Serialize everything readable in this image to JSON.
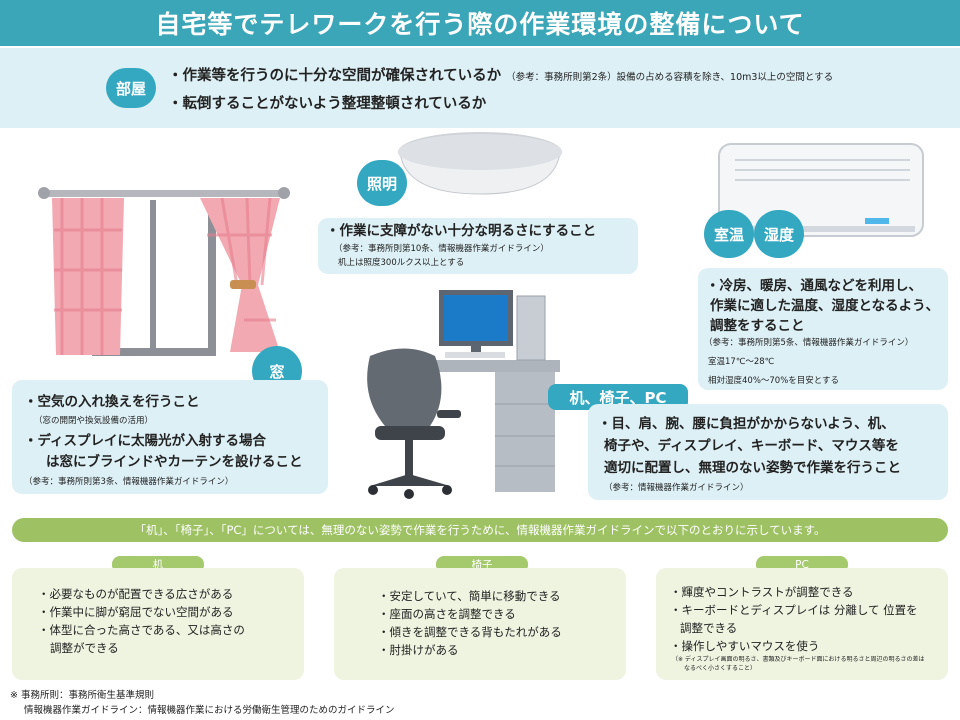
{
  "title": "自宅等でテレワークを行う際の作業環境の整備について",
  "room": {
    "label": "部屋",
    "line1": "・作業等を行うのに十分な空間が確保されているか",
    "line1_note": "（参考：事務所則第2条）設備の占める容積を除き、10m3以上の空間とする",
    "line2": "・転倒することがないよう整理整頓されているか"
  },
  "lighting": {
    "label": "照明",
    "line1": "・作業に支障がない十分な明るさにすること",
    "note1": "（参考：事務所則第10条、情報機器作業ガイドライン）",
    "note2": "机上は照度300ルクス以上とする"
  },
  "climate": {
    "label_temp": "室温",
    "label_hum": "湿度",
    "lines": [
      "・冷房、暖房、通風などを利用し、",
      "作業に適した温度、湿度となるよう、",
      "調整をすること"
    ],
    "notes": [
      "（参考：事務所則第5条、情報機器作業ガイドライン）",
      "室温17℃～28℃",
      "相対湿度40%～70%を目安とする"
    ]
  },
  "window": {
    "label": "窓",
    "line1": "・空気の入れ換えを行うこと",
    "note1": "（窓の開閉や換気設備の活用）",
    "line2": "・ディスプレイに太陽光が入射する場合",
    "line3": "は窓にブラインドやカーテンを設けること",
    "note2": "（参考：事務所則第3条、情報機器作業ガイドライン）"
  },
  "desk": {
    "label": "机、椅子、PC",
    "lines": [
      "・目、肩、腕、腰に負担がかからないよう、机、",
      "椅子や、ディスプレイ、キーボード、マウス等を",
      "適切に配置し、無理のない姿勢で作業を行うこと"
    ],
    "note": "（参考：情報機器作業ガイドライン）"
  },
  "guide_bar": "「机」、「椅子」、「PC」については、無理のない姿勢で作業を行うために、情報機器作業ガイドラインで以下のとおりに示しています。",
  "categories": [
    {
      "name": "机",
      "items": [
        "・必要なものが配置できる広さがある",
        "・作業中に脚が窮屈でない空間がある",
        "・体型に合った高さである、又は高さの",
        "調整ができる"
      ]
    },
    {
      "name": "椅子",
      "items": [
        "・安定していて、簡単に移動できる",
        "・座面の高さを調整できる",
        "・傾きを調整できる背もたれがある",
        "・肘掛けがある"
      ]
    },
    {
      "name": "PC",
      "items": [
        "・輝度やコントラストが調整できる",
        "・キーボードとディスプレイは 分離して 位置を",
        "調整できる",
        "・操作しやすいマウスを使う"
      ],
      "note": [
        "（※ ディスプレイ画面の明るさ、書類及びキーボード面における明るさと周辺の明るさの差は",
        "なるべく小さくすること）"
      ]
    }
  ],
  "footnote": {
    "line1": "※ 事務所則：事務所衛生基準規則",
    "line2": "情報機器作業ガイドライン：情報機器作業における労働衛生管理のためのガイドライン"
  },
  "colors": {
    "teal": "#3ba6b7",
    "light_blue": "#ddf0f6",
    "green": "#9dc163",
    "light_green": "#eef4e0"
  }
}
